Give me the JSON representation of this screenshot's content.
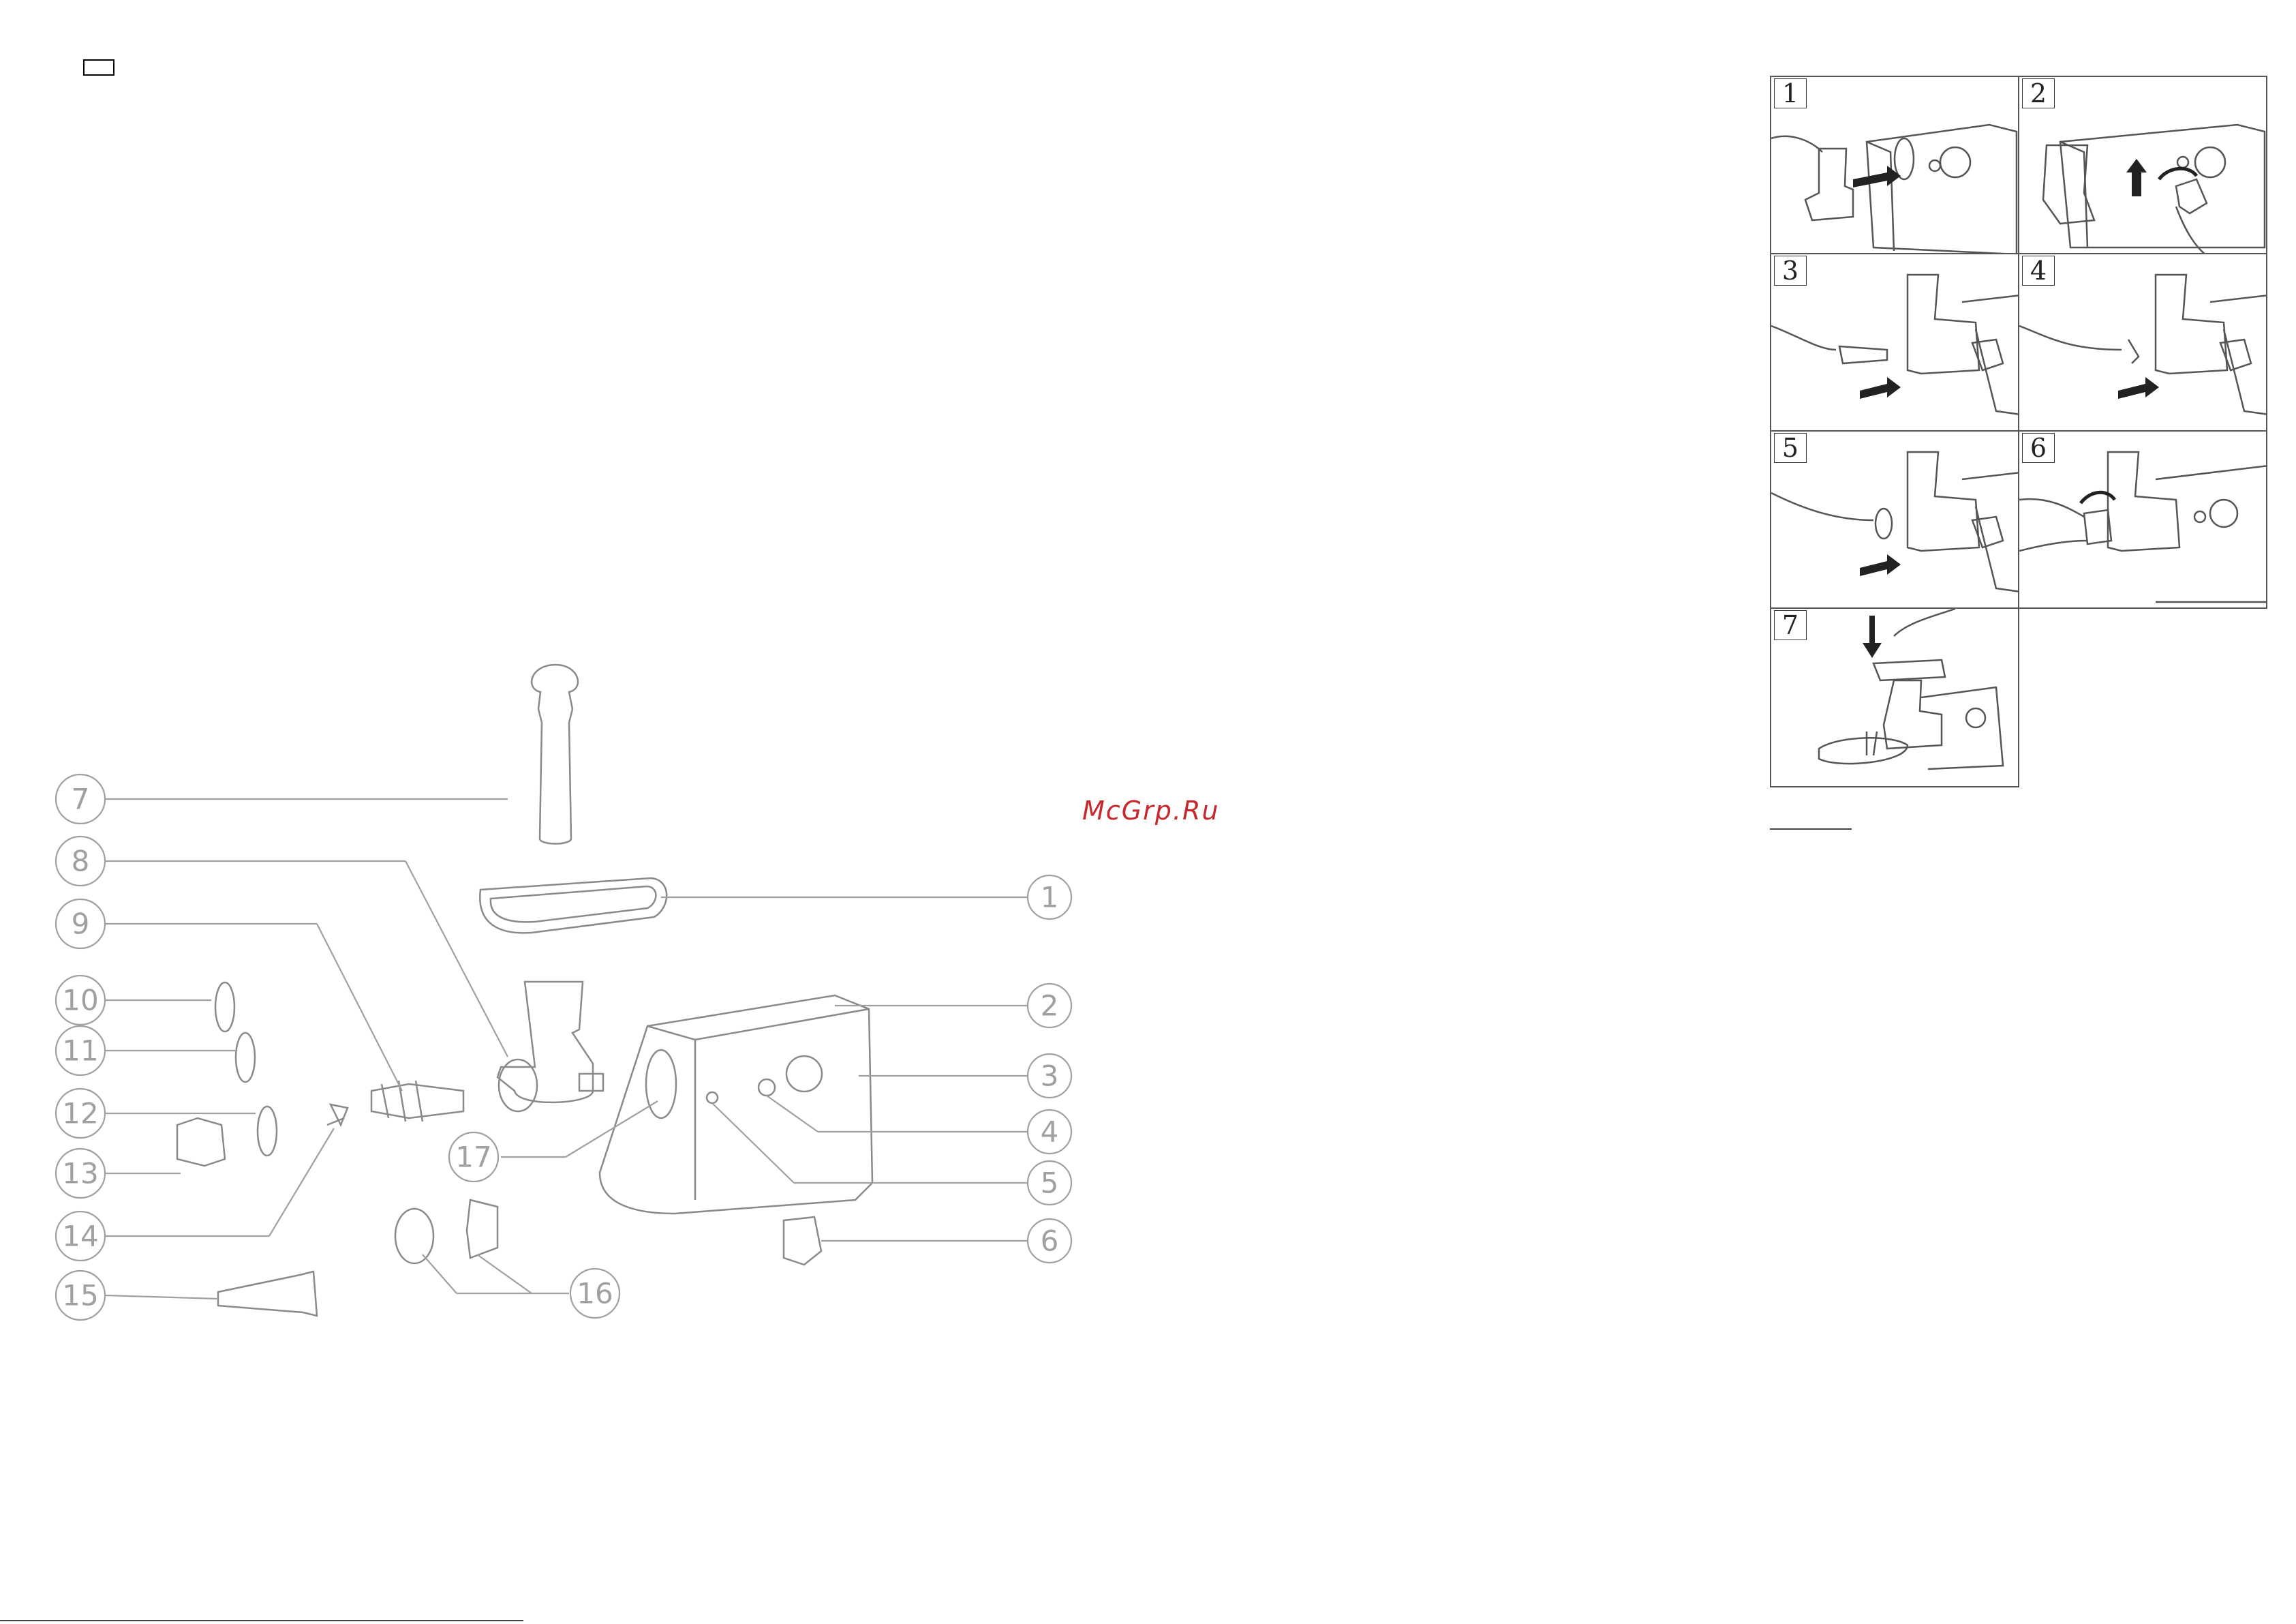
{
  "watermark": "McGrp.Ru",
  "callouts": [
    "1",
    "2",
    "3",
    "4",
    "5",
    "6",
    "7",
    "8",
    "9",
    "10",
    "11",
    "12",
    "13",
    "14",
    "15",
    "16",
    "17"
  ],
  "steps": [
    {
      "number": "1"
    },
    {
      "number": "2"
    },
    {
      "number": "3"
    },
    {
      "number": "4"
    },
    {
      "number": "5"
    },
    {
      "number": "6"
    },
    {
      "number": "7"
    }
  ],
  "colors": {
    "line": "#555555",
    "callout": "#9a9a9a",
    "watermark": "#c8282d"
  },
  "icons": {
    "step_arrow": "arrow-icon",
    "turn_arrow": "rotate-arrow-icon"
  }
}
